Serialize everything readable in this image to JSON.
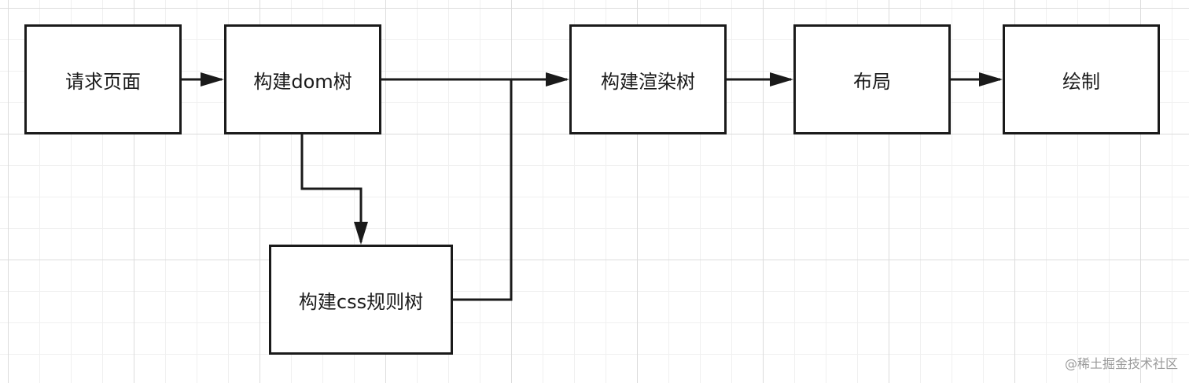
{
  "nodes": {
    "request": "请求页面",
    "dom": "构建dom树",
    "render": "构建渲染树",
    "layout": "布局",
    "paint": "绘制",
    "css": "构建css规则树"
  },
  "watermark": "@稀土掘金技术社区"
}
